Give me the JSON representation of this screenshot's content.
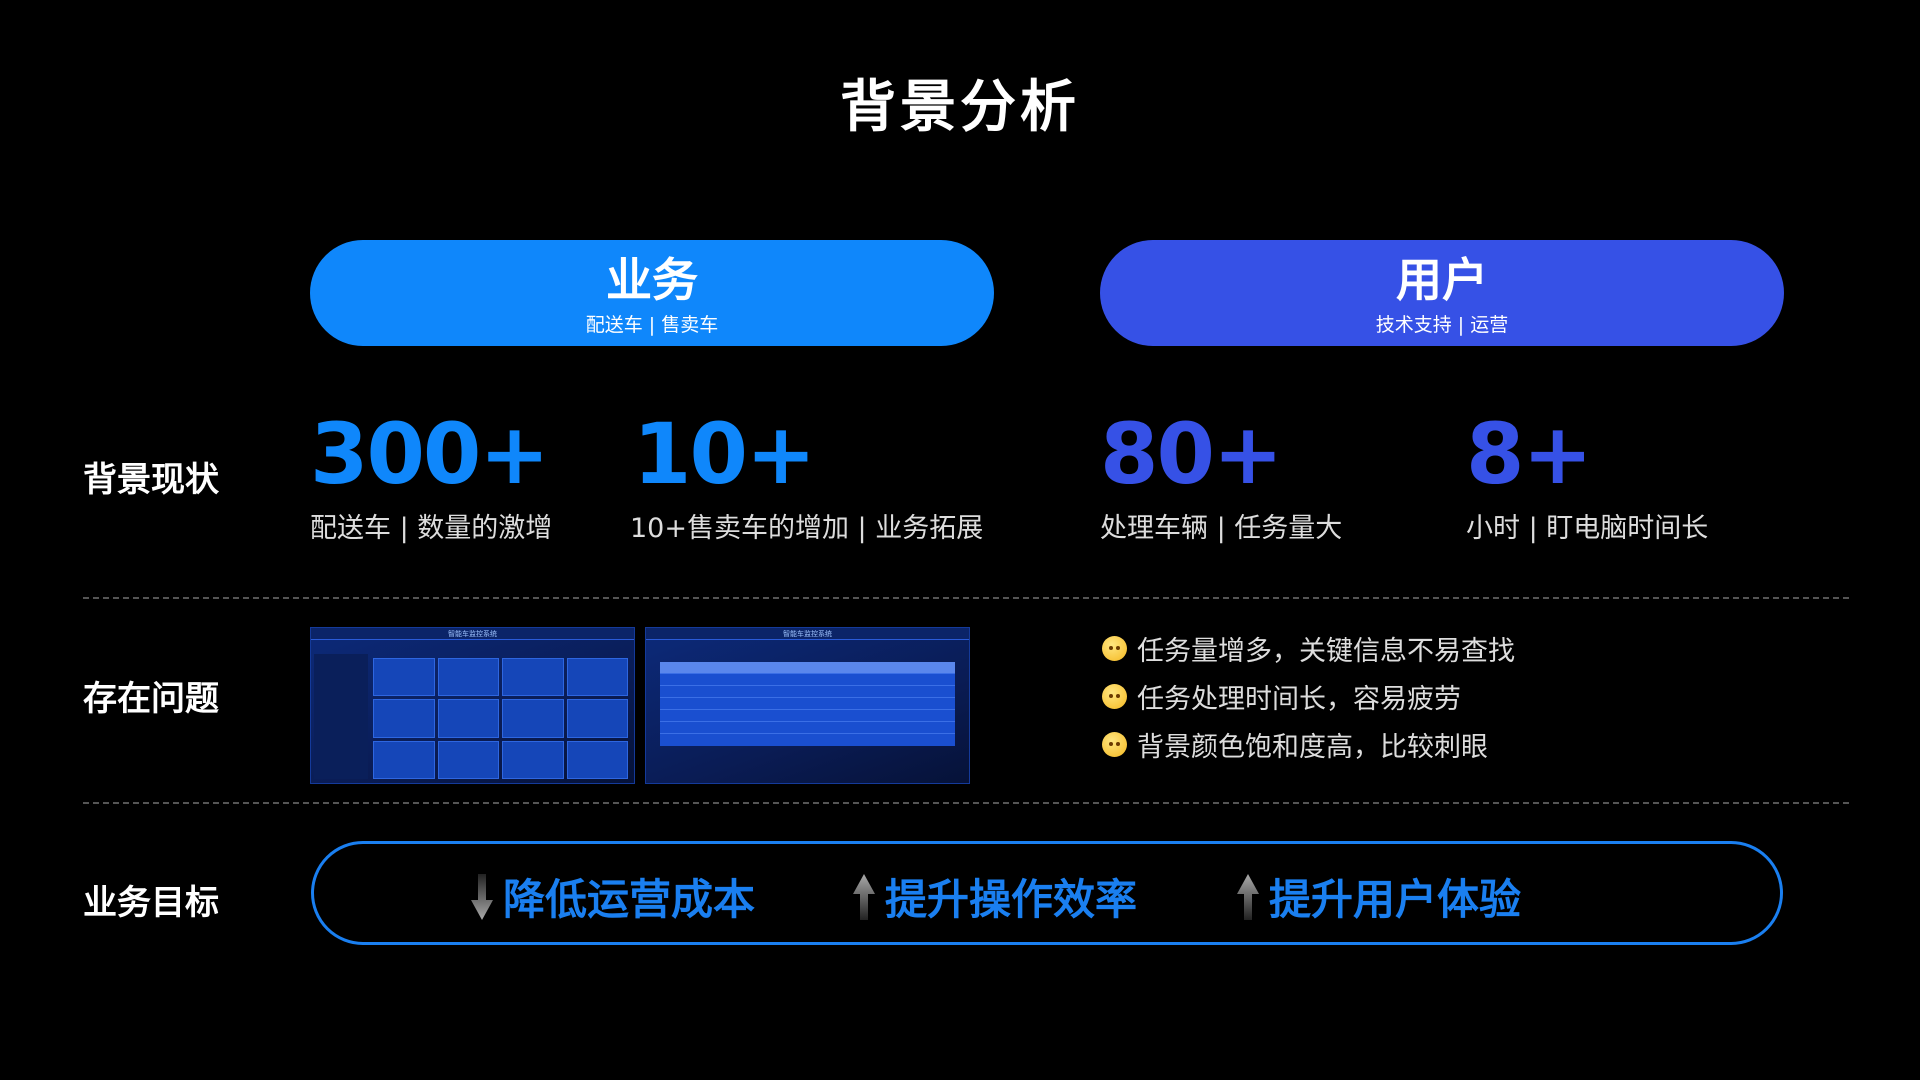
{
  "title": "背景分析",
  "colors": {
    "business": "#0f87fb",
    "user": "#3651e6",
    "goal": "#1a7ff0"
  },
  "pills": [
    {
      "title": "业务",
      "subtitle": "配送车 | 售卖车"
    },
    {
      "title": "用户",
      "subtitle": "技术支持 | 运营"
    }
  ],
  "rows": {
    "status": "背景现状",
    "problems": "存在问题",
    "goals": "业务目标"
  },
  "stats": [
    {
      "value": "300+",
      "caption": "配送车 | 数量的激增"
    },
    {
      "value": "10+",
      "caption": "10+售卖车的增加 | 业务拓展"
    },
    {
      "value": "80+",
      "caption": "处理车辆 | 任务量大"
    },
    {
      "value": "8+",
      "caption": "小时 | 盯电脑时间长"
    }
  ],
  "screenshots": [
    {
      "title": "智能车监控系统"
    },
    {
      "title": "智能车监控系统"
    }
  ],
  "problems": [
    "任务量增多，关键信息不易查找",
    "任务处理时间长，容易疲劳",
    "背景颜色饱和度高，比较刺眼"
  ],
  "goals": [
    {
      "label": "降低运营成本",
      "icon": "arrow-down-icon"
    },
    {
      "label": "提升操作效率",
      "icon": "arrow-up-icon"
    },
    {
      "label": "提升用户体验",
      "icon": "arrow-up-icon"
    }
  ]
}
